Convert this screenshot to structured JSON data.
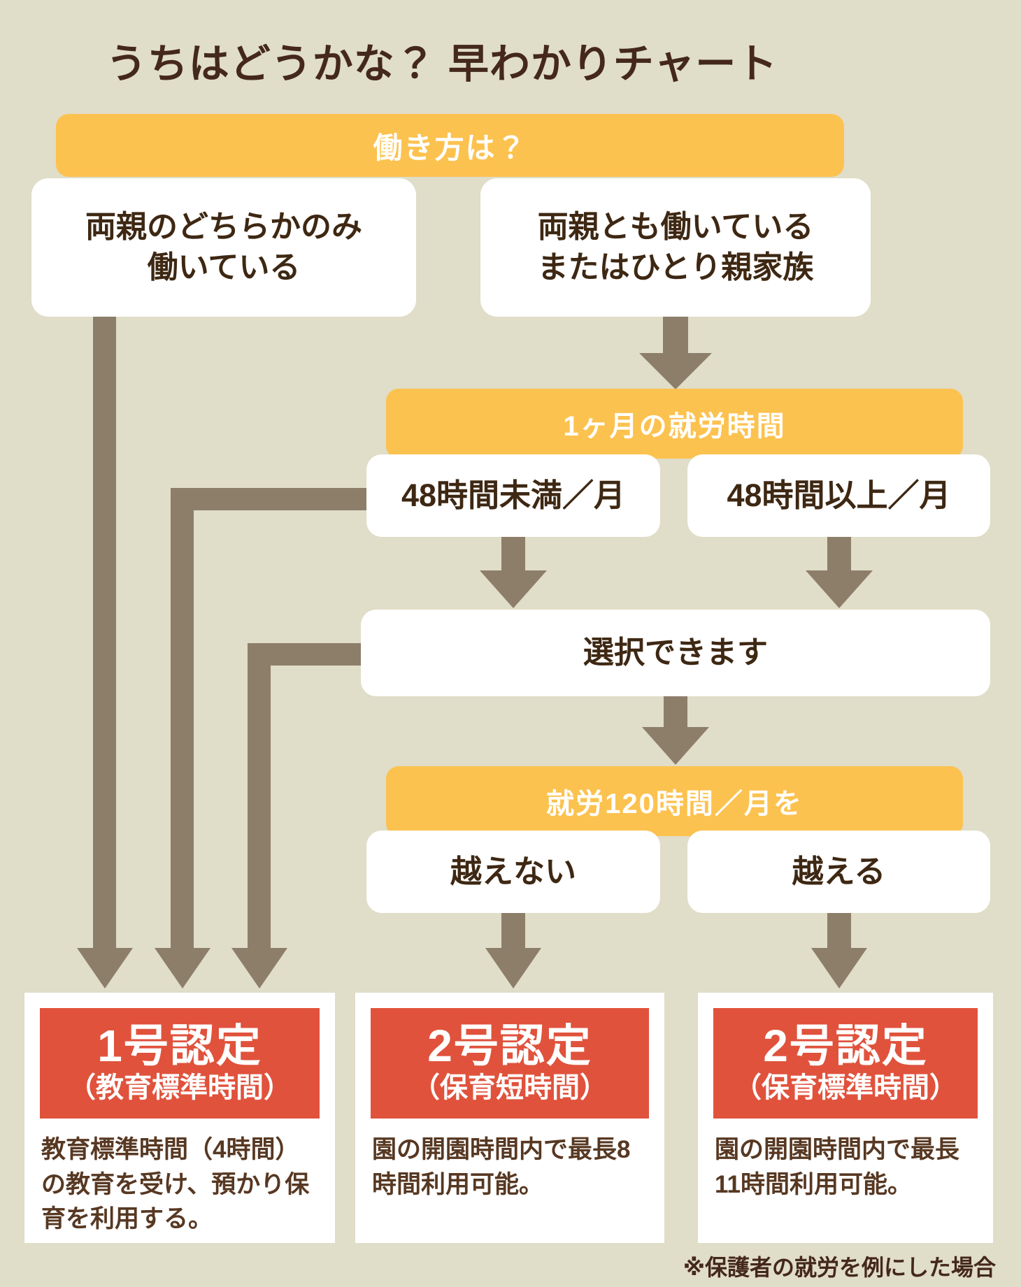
{
  "colors": {
    "background": "#e0ddc8",
    "banner": "#fcc24f",
    "arrow": "#8d7e6a",
    "accent_red": "#e0523c",
    "text_dark": "#44281a",
    "text_body": "#573822"
  },
  "header": {
    "title": "うちはどうかな？ 早わかりチャート"
  },
  "flow": {
    "step1": {
      "question": "働き方は？",
      "options": [
        {
          "label": "両親のどちらかのみ\n働いている"
        },
        {
          "label": "両親とも働いている\nまたはひとり親家族"
        }
      ]
    },
    "step2": {
      "question": "1ヶ月の就労時間",
      "options": [
        {
          "label": "48時間未満／月"
        },
        {
          "label": "48時間以上／月"
        }
      ]
    },
    "step3": {
      "label": "選択できます"
    },
    "step4": {
      "question": "就労120時間／月を",
      "options": [
        {
          "label": "越えない"
        },
        {
          "label": "越える"
        }
      ]
    }
  },
  "results": [
    {
      "title": "1号認定",
      "subtitle": "（教育標準時間）",
      "description": "教育標準時間（4時間）の教育を受け、預かり保育を利用する。"
    },
    {
      "title": "2号認定",
      "subtitle": "（保育短時間）",
      "description": "園の開園時間内で最長8時間利用可能。"
    },
    {
      "title": "2号認定",
      "subtitle": "（保育標準時間）",
      "description": "園の開園時間内で最長11時間利用可能。"
    }
  ],
  "footer": {
    "note": "※保護者の就労を例にした場合"
  }
}
